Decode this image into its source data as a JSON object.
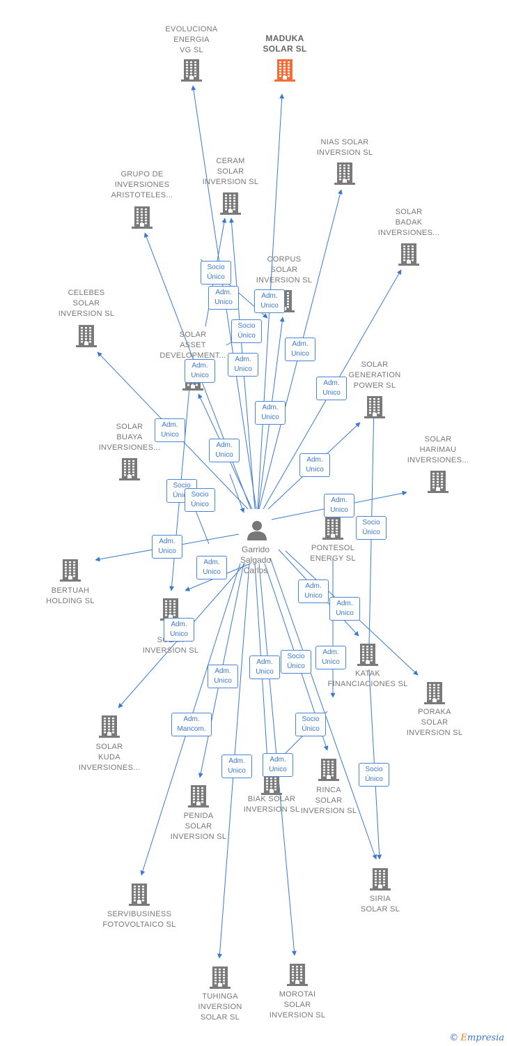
{
  "center": {
    "name": "Garrido\nSalgado\nCarlos",
    "icon": "person-icon"
  },
  "colors": {
    "company": "#7a7a7a",
    "highlight": "#f26c38",
    "edge": "#3b78cf",
    "label": "#777777"
  },
  "companies": [
    {
      "id": "evoluciona",
      "name": "EVOLUCIONA\nENERGIA\nVG  SL"
    },
    {
      "id": "maduka",
      "name": "MADUKA\nSOLAR  SL",
      "highlight": true
    },
    {
      "id": "nias",
      "name": "NIAS SOLAR\nINVERSION  SL"
    },
    {
      "id": "ceram",
      "name": "CERAM\nSOLAR\nINVERSION  SL"
    },
    {
      "id": "aristoteles",
      "name": "GRUPO DE\nINVERSIONES\nARISTOTELES..."
    },
    {
      "id": "badak",
      "name": "SOLAR\nBADAK\nINVERSIONES..."
    },
    {
      "id": "corpus",
      "name": "CORPUS\nSOLAR\nINVERSION  SL"
    },
    {
      "id": "celebes",
      "name": "CELEBES\nSOLAR\nINVERSION  SL"
    },
    {
      "id": "asset",
      "name": "SOLAR\nASSET\nDEVELOPMENT..."
    },
    {
      "id": "generation",
      "name": "SOLAR\nGENERATION\nPOWER SL"
    },
    {
      "id": "buaya",
      "name": "SOLAR\nBUAYA\nINVERSIONES..."
    },
    {
      "id": "harimau",
      "name": "SOLAR\nHARIMAU\nINVERSIONES..."
    },
    {
      "id": "pontesol",
      "name": "PONTESOL\nENERGY  SL"
    },
    {
      "id": "bertuah",
      "name": "BERTUAH\nHOLDING  SL"
    },
    {
      "id": "bi",
      "name": "BI\nSOLAR\nINVERSION  SL"
    },
    {
      "id": "katak",
      "name": "KATAK\nFINANCIACIONES SL"
    },
    {
      "id": "poraka",
      "name": "PORAKA\nSOLAR\nINVERSION  SL"
    },
    {
      "id": "kuda",
      "name": "SOLAR\nKUDA\nINVERSIONES..."
    },
    {
      "id": "penida",
      "name": "PENIDA\nSOLAR\nINVERSION  SL"
    },
    {
      "id": "biak",
      "name": "BIAK SOLAR\nINVERSION  SL"
    },
    {
      "id": "rinca",
      "name": "RINCA\nSOLAR\nINVERSION  SL"
    },
    {
      "id": "siria",
      "name": "SIRIA\nSOLAR SL"
    },
    {
      "id": "servibusiness",
      "name": "SERVIBUSINESS\nFOTOVOLTAICO SL"
    },
    {
      "id": "tuhinga",
      "name": "TUHINGA\nINVERSION\nSOLAR  SL"
    },
    {
      "id": "morotai",
      "name": "MOROTAI\nSOLAR\nINVERSION  SL"
    }
  ],
  "edge_labels": [
    "Socio\nÚnico",
    "Adm.\nUnico",
    "Adm.\nUnico",
    "Socio\nÚnico",
    "Adm.\nUnico",
    "Adm.\nUnico",
    "Adm.\nUnico",
    "Adm.\nUnico",
    "Adm.\nUnico",
    "Adm.\nUnico",
    "Adm.\nUnico",
    "Adm.\nUnico",
    "Socio\nÚnico",
    "Socio\nÚnico",
    "Adm.\nUnico",
    "Socio\nÚnico",
    "Adm.\nUnico",
    "Adm.\nUnico",
    "Adm.\nUnico",
    "Adm.\nUnico",
    "Adm.\nUnico",
    "Adm.\nUnico",
    "Socio\nÚnico",
    "Adm.\nUnico",
    "Adm.\nMancom.",
    "Adm.\nUnico",
    "Socio\nÚnico",
    "Adm.\nUnico",
    "Adm.\nUnico",
    "Socio\nÚnico"
  ],
  "footer": {
    "copyright": "©",
    "brand_e": "E",
    "brand_rest": "mpresia"
  }
}
